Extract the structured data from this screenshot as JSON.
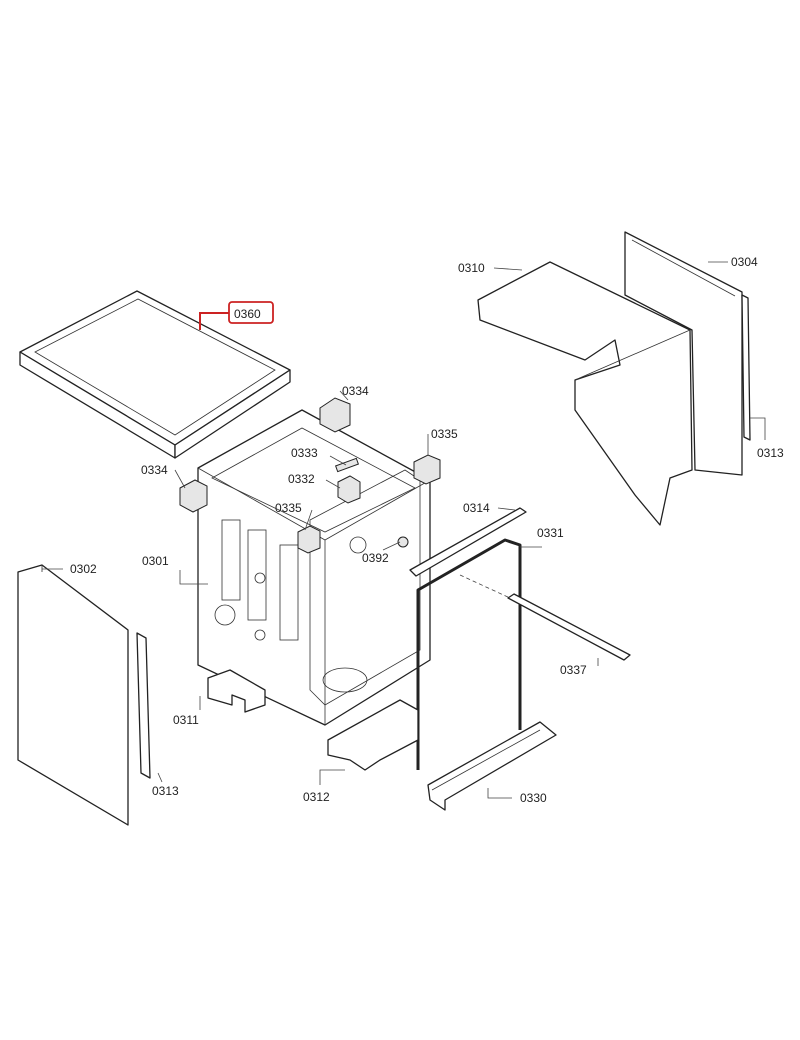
{
  "diagram": {
    "type": "exploded parts diagram",
    "highlight_color": "#cc2222",
    "highlighted_part": "0360",
    "labels": {
      "p0360": "0360",
      "p0310": "0310",
      "p0304": "0304",
      "p0313_right": "0313",
      "p0334_top": "0334",
      "p0335_right": "0335",
      "p0333": "0333",
      "p0332": "0332",
      "p0334_left": "0334",
      "p0335_mid": "0335",
      "p0314": "0314",
      "p0392": "0392",
      "p0331": "0331",
      "p0301": "0301",
      "p0302": "0302",
      "p0337": "0337",
      "p0311": "0311",
      "p0313_left": "0313",
      "p0312": "0312",
      "p0330": "0330"
    }
  }
}
